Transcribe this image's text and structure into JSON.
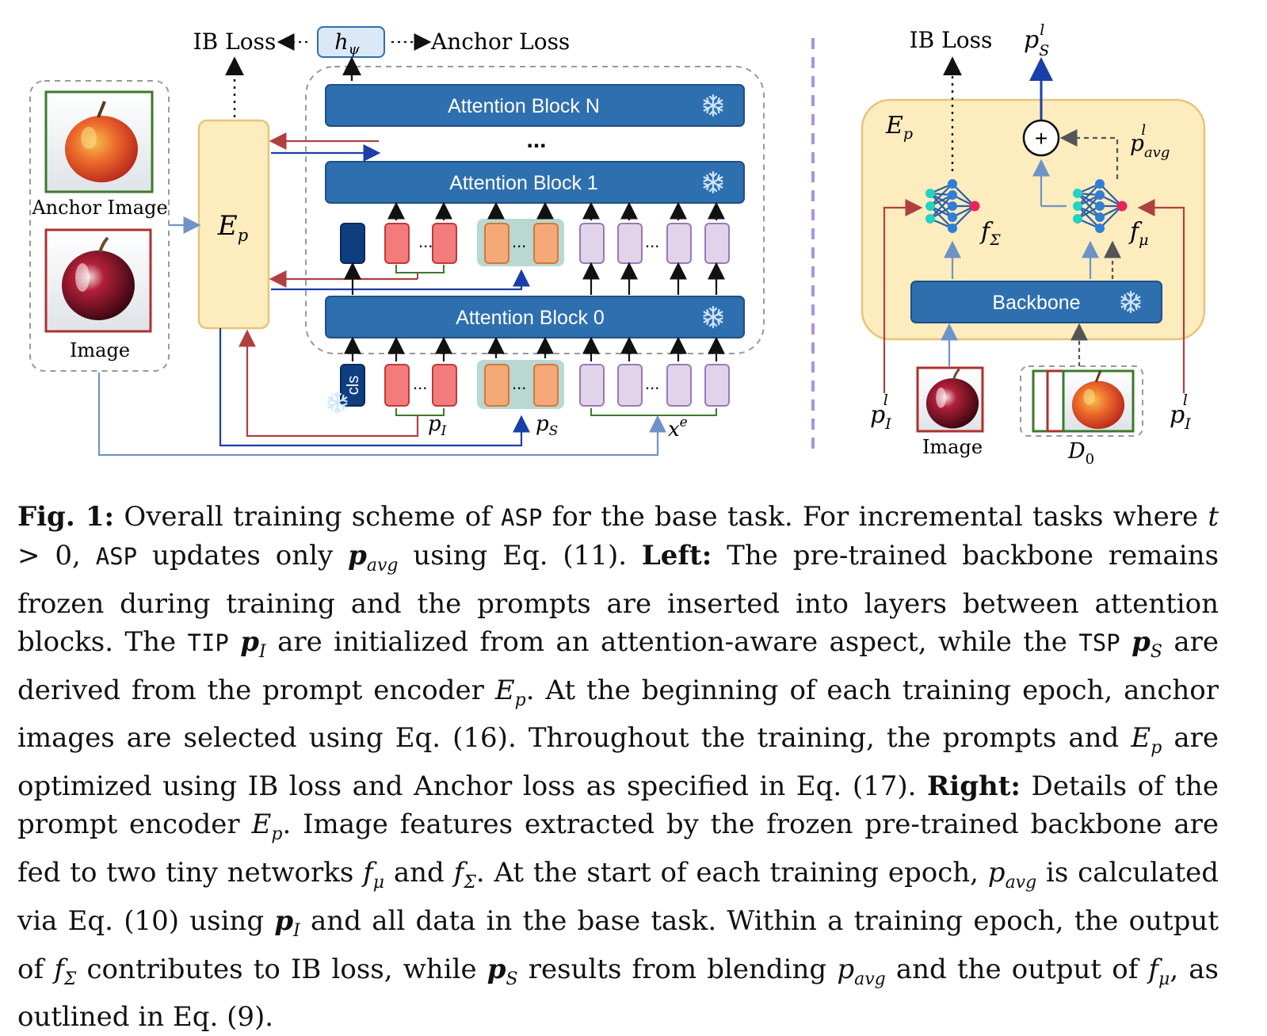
{
  "colors": {
    "attn_block": "#2e6fb0",
    "encoder_fill": "#fcecbe",
    "encoder_stroke": "#e5c57a",
    "hpsi_fill": "#dbe8f8",
    "pI_token": "#f47b7b",
    "pS_token": "#f5a878",
    "xe_token": "#e0d3ea",
    "cls_token": "#0f3e80",
    "arrow_red": "#b04040",
    "arrow_blue": "#1b3fa8",
    "arrow_lightblue": "#6f93c7",
    "divider": "#a995e0"
  },
  "icons": [
    "snowflake-icon",
    "apple-image",
    "neural-net-icon",
    "plus-circle-icon"
  ],
  "left": {
    "ib_loss": "IB Loss",
    "h_psi": "h",
    "h_psi_sub": "ψ",
    "anchor_loss": "Anchor Loss",
    "anchor_image_label": "Anchor Image",
    "image_label": "Image",
    "encoder": "E",
    "encoder_sub": "p",
    "attn_block_n": "Attention Block N",
    "attn_block_1": "Attention Block 1",
    "attn_block_0": "Attention Block 0",
    "ellipsis": "...",
    "dots": "...",
    "cls": "cls",
    "p_I": "p",
    "p_I_sub": "I",
    "p_S": "p",
    "p_S_sub": "S",
    "x_e": "x",
    "x_e_sup": "e"
  },
  "right": {
    "ib_loss": "IB Loss",
    "p_S_l": "p",
    "p_S_l_sub": "S",
    "p_S_l_sup": "l",
    "encoder": "E",
    "encoder_sub": "p",
    "p_avg": "p",
    "p_avg_sub": "avg",
    "p_avg_sup": "l",
    "f_sigma": "f",
    "f_sigma_sub": "Σ",
    "f_mu": "f",
    "f_mu_sub": "μ",
    "backbone": "Backbone",
    "p_I_left": "p",
    "p_I_left_sub": "I",
    "p_I_left_sup": "l",
    "p_I_right": "p",
    "p_I_right_sub": "I",
    "p_I_right_sup": "l",
    "image_label": "Image",
    "d0": "D",
    "d0_sub": "0",
    "plus": "+"
  },
  "caption": {
    "fig": "Fig. 1:",
    "s1": " Overall training scheme of ",
    "asp": "ASP",
    "s2": " for the base task. For incremental tasks where ",
    "t": "t",
    "s3": " > 0, ",
    "asp2": "ASP",
    "s4": " updates only ",
    "pavg": "p",
    "pavg_sub": "avg",
    "s5": " using Eq. (11). ",
    "left": "Left:",
    "s6": " The pre-trained backbone remains frozen during training and the prompts are inserted into layers between attention blocks. The ",
    "tip": "TIP",
    "pI": "p",
    "pI_sub": "I",
    "s7": " are initialized from an attention-aware aspect, while the ",
    "tsp": "TSP",
    "pS": "p",
    "pS_sub": "S",
    "s8": " are derived from the prompt encoder ",
    "Ep": "E",
    "Ep_sub": "p",
    "s9": ". At the beginning of each training epoch, anchor images are selected using Eq. (16). Throughout the training, the prompts and ",
    "Ep2": "E",
    "Ep2_sub": "p",
    "s10": " are optimized using IB loss and Anchor loss as specified in Eq. (17). ",
    "right": "Right:",
    "s11": " Details of the prompt encoder ",
    "Ep3": "E",
    "Ep3_sub": "p",
    "s12": ". Image features extracted by the frozen pre-trained backbone are fed to two tiny networks ",
    "fmu": "f",
    "fmu_sub": "μ",
    "s13": " and ",
    "fsig": "f",
    "fsig_sub": "Σ",
    "s14": ". At the start of each training epoch, ",
    "pavg2": "p",
    "pavg2_sub": "avg",
    "s15": " is calculated via Eq. (10) using ",
    "pI2": "p",
    "pI2_sub": "I",
    "s16": " and all data in the base task. Within a training epoch, the output of ",
    "fsig2": "f",
    "fsig2_sub": "Σ",
    "s17": " contributes to IB loss, while ",
    "pS2": "p",
    "pS2_sub": "S",
    "s18": " results from blending ",
    "pavg3": "p",
    "pavg3_sub": "avg",
    "s19": " and the output of ",
    "fmu2": "f",
    "fmu2_sub": "μ",
    "s20": ", as outlined in Eq. (9)."
  }
}
